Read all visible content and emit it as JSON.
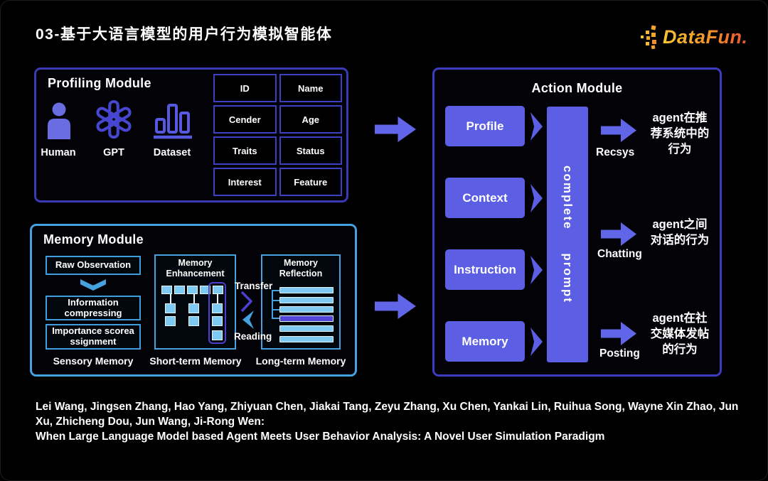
{
  "slide": {
    "title": "03-基于大语言模型的用户行为模拟智能体",
    "logo_text": "DataFun."
  },
  "profiling": {
    "title": "Profiling Module",
    "icons": [
      {
        "icon": "human-icon",
        "label": "Human"
      },
      {
        "icon": "gpt-icon",
        "label": "GPT"
      },
      {
        "icon": "dataset-icon",
        "label": "Dataset"
      }
    ],
    "table": {
      "rows": [
        [
          "ID",
          "Name"
        ],
        [
          "Cender",
          "Age"
        ],
        [
          "Traits",
          "Status"
        ],
        [
          "Interest",
          "Feature"
        ]
      ]
    }
  },
  "memory": {
    "title": "Memory Module",
    "sensory": {
      "steps": [
        "Raw Observation",
        "Information compressing",
        "Importance scorea ssignment"
      ],
      "label": "Sensory Memory"
    },
    "short_term": {
      "title": "Memory Enhancement",
      "label": "Short-term Memory"
    },
    "long_term": {
      "title": "Memory Reflection",
      "label": "Long-term Memory"
    },
    "transfer_label": "Transfer",
    "reading_label": "Reading"
  },
  "action": {
    "title": "Action Module",
    "inputs": [
      "Profile",
      "Context",
      "Instruction",
      "Memory"
    ],
    "bar_label": "complete prompt",
    "outputs": [
      {
        "channel": "Recsys",
        "desc": "agent在推荐系统中的行为"
      },
      {
        "channel": "Chatting",
        "desc": "agent之间对话的行为"
      },
      {
        "channel": "Posting",
        "desc": "agent在社交媒体发帖的行为"
      }
    ]
  },
  "footer": {
    "authors": "Lei Wang, Jingsen Zhang, Hao Yang, Zhiyuan Chen, Jiakai Tang, Zeyu Zhang, Xu Chen, Yankai Lin, Ruihua Song, Wayne Xin Zhao, Jun Xu, Zhicheng Dou, Jun Wang, Ji-Rong Wen:",
    "paper_title": "When Large Language Model based Agent Meets User Behavior Analysis: A Novel User Simulation Paradigm"
  },
  "colors": {
    "background": "#000000",
    "indigo_border": "#3a3ab4",
    "purple_fill": "#5c5fe3",
    "arrow_purple": "#6165e8",
    "light_blue_border": "#45a2de",
    "light_blue_fill": "#7ecaf3",
    "highlight_purple": "#5345d8",
    "tree_outline_purple": "#4b3fd0",
    "logo_orange_start": "#f7c433",
    "logo_orange_end": "#e8512c"
  }
}
